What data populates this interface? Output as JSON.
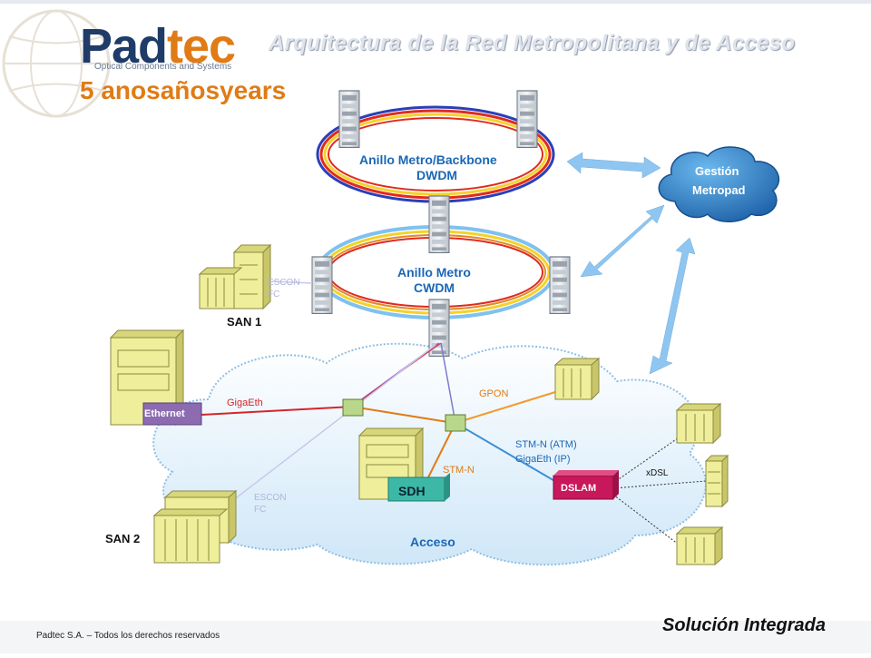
{
  "brand": {
    "name_part1": "Pad",
    "name_part2": "tec",
    "subtitle": "Optical Components and Systems",
    "years": "5 anosañosyears"
  },
  "title": "Arquitectura de la Red Metropolitana y de Acceso",
  "rings": {
    "metro_backbone_line1": "Anillo Metro/Backbone",
    "metro_backbone_line2": "DWDM",
    "metro_line1": "Anillo Metro",
    "metro_line2": "CWDM"
  },
  "management": {
    "line1": "Gestión",
    "line2": "Metropad"
  },
  "san1": {
    "label": "SAN 1",
    "link_line1": "ESCON",
    "link_line2": "FC"
  },
  "san2": {
    "label": "SAN 2",
    "link_line1": "ESCON",
    "link_line2": "FC"
  },
  "ethernet_label": "Ethernet",
  "gigaeth_label": "GigaEth",
  "gpon_label": "GPON",
  "stmn_label": "STM-N",
  "stmn_atm_label": "STM-N (ATM)",
  "gigaeth_ip_label": "GigaEth (IP)",
  "sdh_label": "SDH",
  "dslam_label": "DSLAM",
  "xdsl_label": "xDSL",
  "access_label": "Acceso",
  "footer": "Padtec S.A. – Todos los derechos reservados",
  "tagline": "Solución Integrada",
  "colors": {
    "link_gigaeth": "#d4252b",
    "link_gpon": "#f39a2a",
    "link_stmn": "#e07b15",
    "link_atm": "#3b8fd6",
    "ring_blue": "#2b3fb8",
    "ring_red": "#e02b1f",
    "ring_yellow": "#f4d22b",
    "ring_lightblue": "#7fc1f0",
    "label_blue": "#1b67b5",
    "label_orange": "#e07b15",
    "device_yellow": "#efee9a"
  }
}
